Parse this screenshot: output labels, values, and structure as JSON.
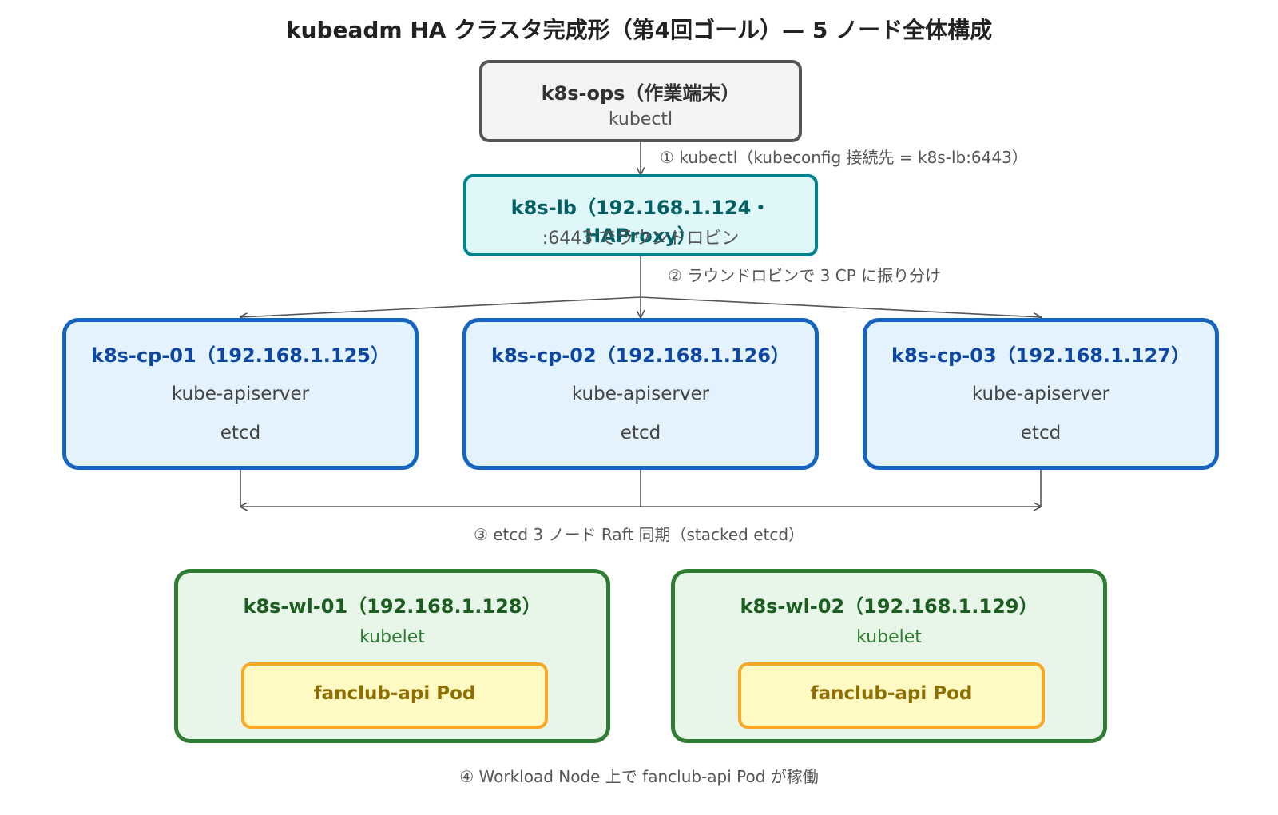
{
  "title": "kubeadm HA クラスタ完成形（第4回ゴール）— 5 ノード全体構成",
  "nodes": {
    "ops": {
      "title": "k8s-ops（作業端末）",
      "sub": "kubectl"
    },
    "lb": {
      "title": "k8s-lb（192.168.1.124・HAProxy）",
      "sub": ":6443 でラウンドロビン"
    },
    "cp": [
      {
        "title": "k8s-cp-01（192.168.1.125）",
        "services": [
          "kube-apiserver",
          "etcd"
        ]
      },
      {
        "title": "k8s-cp-02（192.168.1.126）",
        "services": [
          "kube-apiserver",
          "etcd"
        ]
      },
      {
        "title": "k8s-cp-03（192.168.1.127）",
        "services": [
          "kube-apiserver",
          "etcd"
        ]
      }
    ],
    "wl": [
      {
        "title": "k8s-wl-01（192.168.1.128）",
        "sub": "kubelet",
        "pod": "fanclub-api Pod"
      },
      {
        "title": "k8s-wl-02（192.168.1.129）",
        "sub": "kubelet",
        "pod": "fanclub-api Pod"
      }
    ]
  },
  "notes": {
    "step1": "① kubectl（kubeconfig 接続先 = k8s-lb:6443）",
    "step2": "② ラウンドロビンで 3 CP に振り分け",
    "step3": "③ etcd 3 ノード Raft 同期（stacked etcd）",
    "step4": "④ Workload Node 上で fanclub-api Pod が稼働"
  },
  "colors": {
    "ops_border": "#555555",
    "ops_fill": "#f4f4f4",
    "lb_border": "#00838f",
    "lb_fill": "#e0f7fa",
    "cp_border": "#1565c0",
    "cp_fill": "#e3f2fd",
    "wl_border": "#2e7d32",
    "wl_fill": "#e8f5e9",
    "pod_border": "#f9a825",
    "pod_fill": "#fff9c4",
    "line": "#555555"
  }
}
